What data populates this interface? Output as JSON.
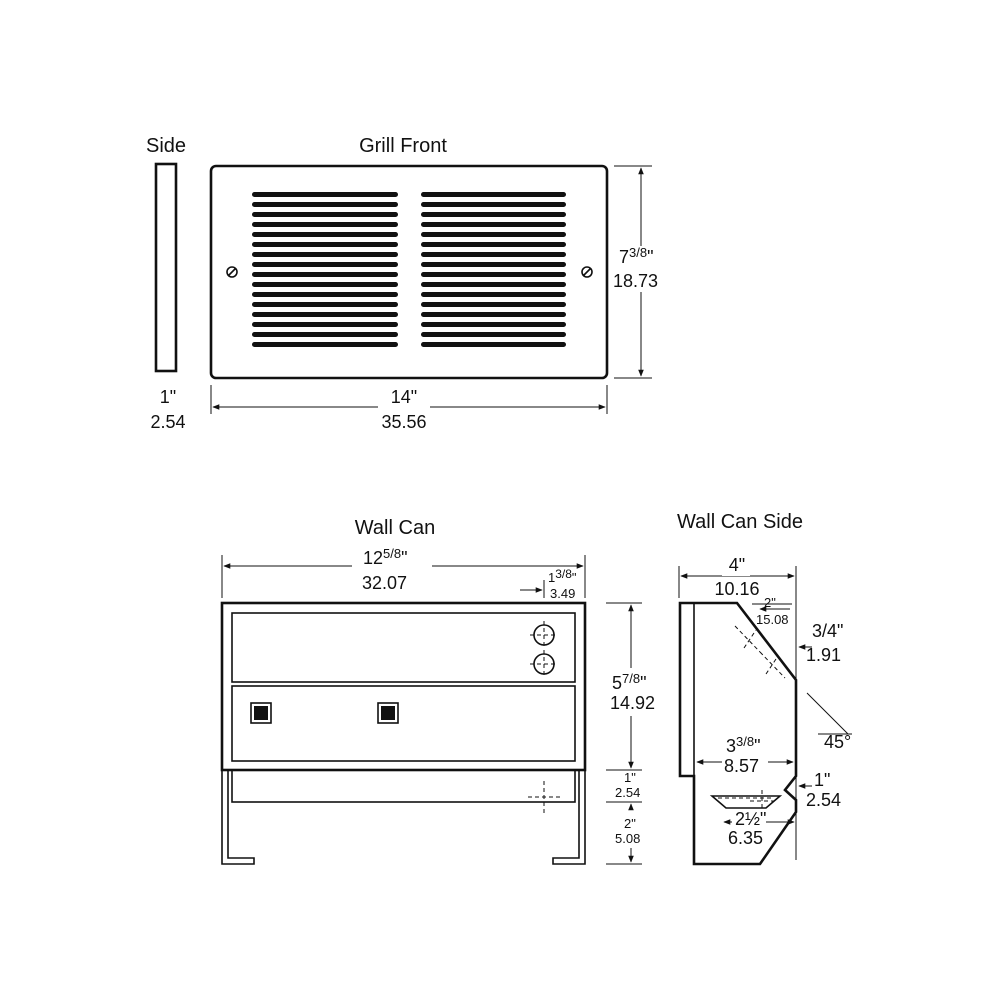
{
  "views": {
    "side": {
      "title": "Side",
      "width_in": "1\"",
      "width_cm": "2.54"
    },
    "grill_front": {
      "title": "Grill Front",
      "width_in": "14\"",
      "width_cm": "35.56",
      "height_in_whole": "7",
      "height_in_frac": "3/8",
      "height_in_mark": "\"",
      "height_cm": "18.73",
      "louvers_per_side": 16
    },
    "wall_can": {
      "title": "Wall Can",
      "width_in_whole": "12",
      "width_in_frac": "5/8",
      "width_in_mark": "\"",
      "width_cm": "32.07",
      "offset_in_whole": "1",
      "offset_in_frac": "3/8",
      "offset_in_mark": "\"",
      "offset_cm": "3.49",
      "height_in_whole": "5",
      "height_in_frac": "7/8",
      "height_in_mark": "\"",
      "height_cm": "14.92",
      "gap_in": "1\"",
      "gap_cm": "2.54",
      "leg_in": "2\"",
      "leg_cm": "5.08"
    },
    "wall_can_side": {
      "title": "Wall Can Side",
      "depth_in": "4\"",
      "depth_cm": "10.16",
      "hole_in": "2\"",
      "hole_cm": "15.08",
      "hole_dia_in": "3/4\"",
      "hole_dia_cm": "1.91",
      "angle": "45°",
      "slot_in_whole": "3",
      "slot_in_frac": "3/8",
      "slot_in_mark": "\"",
      "slot_cm": "8.57",
      "bottom_in": "1\"",
      "bottom_cm": "2.54",
      "base_in": "2½\"",
      "base_cm": "6.35"
    }
  }
}
